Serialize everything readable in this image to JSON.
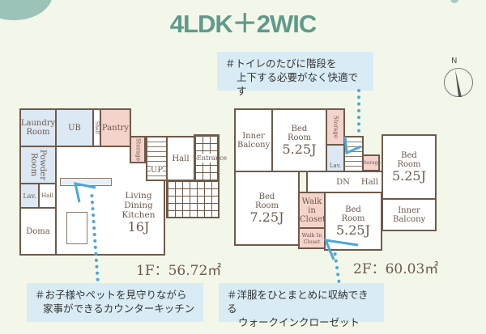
{
  "title": "4LDK＋2WIC",
  "callouts": {
    "toilet": [
      "＃トイレのたびに階段を",
      "上下する必要がなく快適です"
    ],
    "kitchen": [
      "＃お子様やペットを見守りながら",
      "家事ができるカウンターキッチン"
    ],
    "closet": [
      "＃洋服をひとまとめに収納できる",
      "ウォークインクローゼット"
    ]
  },
  "compass": {
    "label": "N"
  },
  "floor1": {
    "area": "1F：56.72㎡",
    "rooms": {
      "laundry": "Laundry Room",
      "ub": "UB",
      "shelf": "Shelf",
      "pantry": "Pantry",
      "powder": "Powder Room",
      "lav": "Lav.",
      "hall_small": "Hall",
      "doma": "Doma",
      "ldk": "Living Dining Kitchen",
      "ldk_size": "16J",
      "storage": "Storage",
      "up": "UP",
      "hall": "Hall",
      "entrance": "Entrance"
    }
  },
  "floor2": {
    "area": "2F：60.03㎡",
    "rooms": {
      "inner_balcony_left": "Inner Balcony",
      "bed_top": "Bed Room",
      "bed_top_size": "5.25J",
      "storage_top": "Storage",
      "lav": "Lav.",
      "dn": "DN",
      "storage_mid": "Storage",
      "hall": "Hall",
      "bed_right": "Bed Room",
      "bed_right_size": "5.25J",
      "bed_large": "Bed Room",
      "bed_large_size": "7.25J",
      "wic1": "Walk in Closet",
      "wic2": "Walk In Closet",
      "bed_bottom": "Bed Room",
      "bed_bottom_size": "5.25J",
      "inner_balcony_right": "Inner Balcony"
    }
  },
  "colors": {
    "accent": "#5f9a8b",
    "callout_bg": "#d9ecf5",
    "dots": "#4aa8d8",
    "wall": "#6e5a4a",
    "wet_area": "#dce9f4",
    "storage": "#f5d3cd"
  }
}
